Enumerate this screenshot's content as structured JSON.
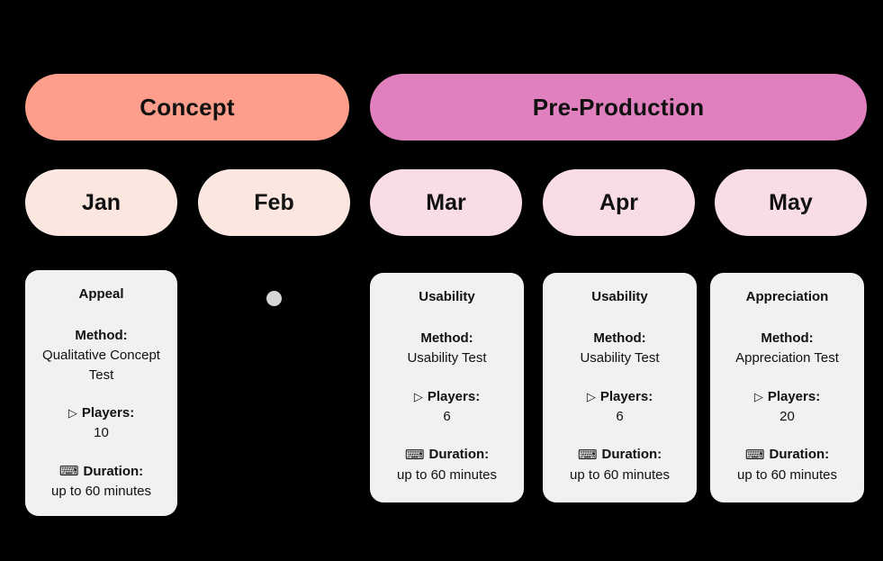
{
  "colors": {
    "background": "#000000",
    "phase_concept": "#FD9D8B",
    "phase_preproduction": "#E180BE",
    "month_warm": "#FCE7E0",
    "month_cool": "#F8DCE7",
    "card_background": "#F1F1F1",
    "text": "#111111",
    "dot_marker": "#D6D6D6"
  },
  "phases": [
    {
      "label": "Concept"
    },
    {
      "label": "Pre-Production"
    }
  ],
  "months": [
    {
      "label": "Jan"
    },
    {
      "label": "Feb"
    },
    {
      "label": "Mar"
    },
    {
      "label": "Apr"
    },
    {
      "label": "May"
    }
  ],
  "labels": {
    "method": "Method:",
    "players": "Players:",
    "duration": "Duration:"
  },
  "icons": {
    "players": "play-triangle-icon",
    "players_glyph": "▷",
    "duration": "keyboard-icon",
    "duration_glyph": "⌨"
  },
  "cards": [
    {
      "title": "Appeal",
      "method": "Qualitative Concept Test",
      "players": "10",
      "duration": "up to 60 minutes"
    },
    {
      "title": "Usability",
      "method": "Usability Test",
      "players": "6",
      "duration": "up to 60 minutes"
    },
    {
      "title": "Usability",
      "method": "Usability Test",
      "players": "6",
      "duration": "up to 60 minutes"
    },
    {
      "title": "Appreciation",
      "method": "Appreciation Test",
      "players": "20",
      "duration": "up to 60 minutes"
    }
  ]
}
